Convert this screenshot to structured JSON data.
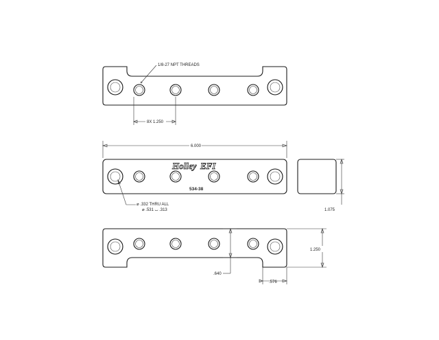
{
  "top_view": {
    "callout_thread": "1/8-27 NPT THREADS",
    "dim_spacing": "8X 1.250"
  },
  "front_view": {
    "dim_length": "6.000",
    "logo_text": "Holley",
    "logo_suffix": "EFI",
    "part_number": "534-38",
    "callout_hole_1": "⌀ .332 THRU ALL",
    "callout_hole_2": "⌀ .531 ⌴ .313"
  },
  "side_view": {
    "dim_height": "1.075"
  },
  "bottom_view": {
    "dim_depth": ".640",
    "dim_width": "1.250",
    "dim_edge": ".576"
  }
}
